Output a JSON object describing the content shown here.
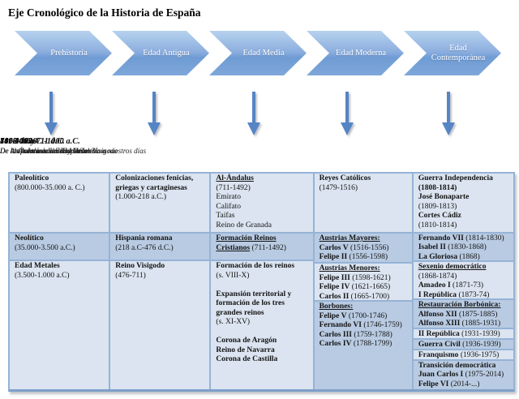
{
  "title": "Eje Cronológico de la Historia de España",
  "eras": [
    {
      "label": "Prehistoria",
      "range": "800.000 a.C.-1000 a.C.",
      "desc": "De Atapuerca a la Edad Metales"
    },
    {
      "label": "Edad Antigua",
      "range": "1000 a.C.-711 d.C.",
      "desc": "De las colonizaciones al Reino Visigodo"
    },
    {
      "label": "Edad Media",
      "range": "711-1492",
      "desc": "De al-Ándalus a los Reyes Católicos"
    },
    {
      "label": "Edad Moderna",
      "range": "1492-1808",
      "desc": "De los Austrias a los Borbones"
    },
    {
      "label": "Edad Contemporánea",
      "range": "1808- hoy",
      "desc": "De la Guerra de la Independencia a nuestros días"
    }
  ],
  "colors": {
    "chevron_top": "#b7d2ee",
    "chevron_mid": "#8badde",
    "chevron_bottom": "#6f9cd4",
    "chevron_mid2": "#7ea7da",
    "arrow_blue": "#5585c4",
    "light_cell": "#dbe4f0",
    "dark_cell": "#b9cbe2",
    "table_border": "#95b3d7",
    "table_border_dark": "#7da0c9"
  },
  "table": {
    "columns": [
      {
        "era": "Prehistoria",
        "cells": [
          {
            "tone": "light",
            "lines": [
              {
                "bold": "Paleolítico"
              },
              {
                "text": "(800.000-35.000 a. C.)"
              }
            ]
          },
          {
            "tone": "dark",
            "lines": [
              {
                "bold": "Neolítico"
              },
              {
                "text": "(35.000-3.500 a.C.)"
              }
            ]
          },
          {
            "tone": "light",
            "lines": [
              {
                "bold": "Edad Metales"
              },
              {
                "text": "(3.500-1.000 a.C)"
              }
            ]
          }
        ]
      },
      {
        "era": "Edad Antigua",
        "cells": [
          {
            "tone": "light",
            "lines": [
              {
                "bold": "Colonizaciones fenicias,"
              },
              {
                "bold": "griegas y cartaginesas"
              },
              {
                "text": "(1.000-218 a.C.)"
              }
            ]
          },
          {
            "tone": "dark",
            "lines": [
              {
                "bold": "Hispania romana"
              },
              {
                "text": "(218 a.C-476 d.C.)"
              }
            ]
          },
          {
            "tone": "light",
            "lines": [
              {
                "bold": "Reino Visigodo"
              },
              {
                "text": "(476-711)"
              }
            ]
          }
        ]
      },
      {
        "era": "Edad Media",
        "cells": [
          {
            "tone": "light",
            "lines": [
              {
                "bold": "Al-Ándalus",
                "underline": true
              },
              {
                "text": "(711-1492)"
              },
              {
                "text": "Emirato"
              },
              {
                "text": "Califato"
              },
              {
                "text": "Taifas"
              },
              {
                "text": "Reino de Granada"
              }
            ]
          },
          {
            "tone": "dark",
            "lines": [
              {
                "bold": "Formación Reinos",
                "underline": true
              },
              {
                "bold": "Cristianos",
                "underline": true,
                "text": "(711-1492)"
              }
            ]
          },
          {
            "tone": "light",
            "lines": [
              {
                "bold": "Formación de los reinos"
              },
              {
                "text": "(s. VIII-X)"
              },
              {},
              {
                "bold": "Expansión territorial y"
              },
              {
                "bold": "formación de los tres"
              },
              {
                "bold": "grandes reinos"
              },
              {
                "text": "(s. XI-XV)"
              },
              {},
              {
                "bold": "Corona de Aragón"
              },
              {
                "bold": "Reino de Navarra"
              },
              {
                "bold": "Corona de Castilla"
              }
            ]
          }
        ]
      },
      {
        "era": "Edad Moderna",
        "cells": [
          {
            "tone": "light",
            "lines": [
              {
                "bold": "Reyes Católicos"
              },
              {
                "text": "(1479-1516)"
              }
            ]
          },
          {
            "tone": "dark",
            "lines": [
              {
                "bold": "Austrias Mayores:",
                "underline": true
              },
              {
                "bold": "Carlos V",
                "text": "(1516-1556)"
              },
              {
                "bold": "Felipe II",
                "text": "(1556-1598)"
              }
            ]
          },
          {
            "tone": "light",
            "lines": [
              {
                "bold": "Austrias Menores:",
                "underline": true
              },
              {
                "bold": "Felipe III",
                "text": "(1598-1621)"
              },
              {
                "bold": "Felipe IV",
                "text": "(1621-1665)"
              },
              {
                "bold": "Carlos II",
                "text": "(1665-1700)"
              }
            ]
          },
          {
            "tone": "dark",
            "lines": [
              {
                "bold": "Borbones:",
                "underline": true
              },
              {
                "bold": "Felipe V",
                "text": "(1700-1746)"
              },
              {
                "bold": "Fernando VI",
                "text": "(1746-1759)"
              },
              {
                "bold": "Carlos III",
                "text": "(1759-1788)"
              },
              {
                "bold": "Carlos IV",
                "text": "(1788-1799)"
              }
            ]
          }
        ]
      },
      {
        "era": "Edad Contemporánea",
        "cells": [
          {
            "tone": "light",
            "lines": [
              {
                "bold": "Guerra Independencia"
              },
              {
                "bold": "(1808-1814)"
              },
              {
                "bold": "José Bonaparte"
              },
              {
                "text": "(1809-1813)"
              },
              {
                "bold": "Cortes Cádiz"
              },
              {
                "text": "(1810-1814)"
              }
            ]
          },
          {
            "tone": "dark",
            "lines": [
              {
                "bold": "Fernando VII",
                "text": "(1814-1830)"
              },
              {
                "bold": "Isabel II",
                "text": "(1830-1868)"
              },
              {
                "bold": "La Gloriosa",
                "text": "(1868)"
              }
            ]
          },
          {
            "tone": "light",
            "lines": [
              {
                "bold": "Sexenio democrático",
                "underline": true
              },
              {
                "text": "(1868-1874)"
              },
              {
                "bold": "Amadeo I",
                "text": "(1871-73)"
              },
              {
                "bold": "I República",
                "text": "(1873-74)"
              }
            ]
          },
          {
            "tone": "dark",
            "lines": [
              {
                "bold": "Restauración Borbónica:",
                "underline": true
              },
              {
                "bold": "Alfonso XII",
                "text": "(1875-1885)"
              },
              {
                "bold": "Alfonso XIII",
                "text": "(1885-1931)"
              }
            ]
          },
          {
            "tone": "light",
            "lines": [
              {
                "bold": "II República",
                "text": "(1931-1939)"
              }
            ]
          },
          {
            "tone": "dark",
            "lines": [
              {
                "bold": "Guerra Civil",
                "text": "(1936-1939)"
              }
            ]
          },
          {
            "tone": "light",
            "lines": [
              {
                "bold": "Franquismo",
                "text": "(1936-1975)"
              }
            ]
          },
          {
            "tone": "dark",
            "lines": [
              {
                "bold": "Transición democrática"
              },
              {
                "bold": "Juan Carlos I",
                "text": "(1975-2014)"
              },
              {
                "bold": "Felipe VI",
                "text": "(2014-...)"
              }
            ]
          }
        ]
      }
    ]
  }
}
